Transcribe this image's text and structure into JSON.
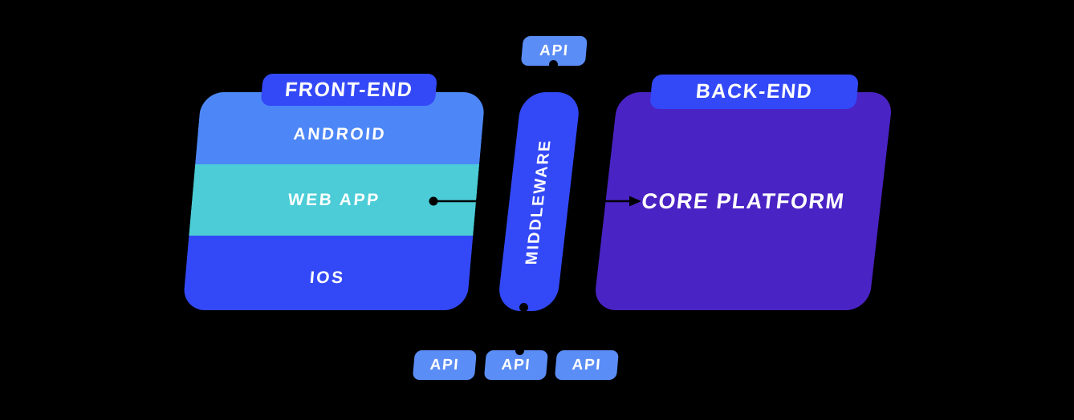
{
  "diagram": {
    "front_end": {
      "badge_label": "FRONT-END",
      "layers": [
        {
          "label": "ANDROID"
        },
        {
          "label": "WEB APP"
        },
        {
          "label": "IOS"
        }
      ]
    },
    "middleware": {
      "label": "MIDDLEWARE"
    },
    "back_end": {
      "badge_label": "BACK-END",
      "core_label": "CORE PLATFORM"
    },
    "api_top": {
      "label": "API"
    },
    "api_bottom": [
      {
        "label": "API"
      },
      {
        "label": "API"
      },
      {
        "label": "API"
      }
    ]
  },
  "theme": {
    "background": "#000000",
    "blue_primary": "#3349f7",
    "blue_light": "#5b8df6",
    "blue_android": "#4d87f7",
    "teal": "#4bccd6",
    "purple": "#4a23c4",
    "text": "#ffffff",
    "connector": "#000000"
  }
}
